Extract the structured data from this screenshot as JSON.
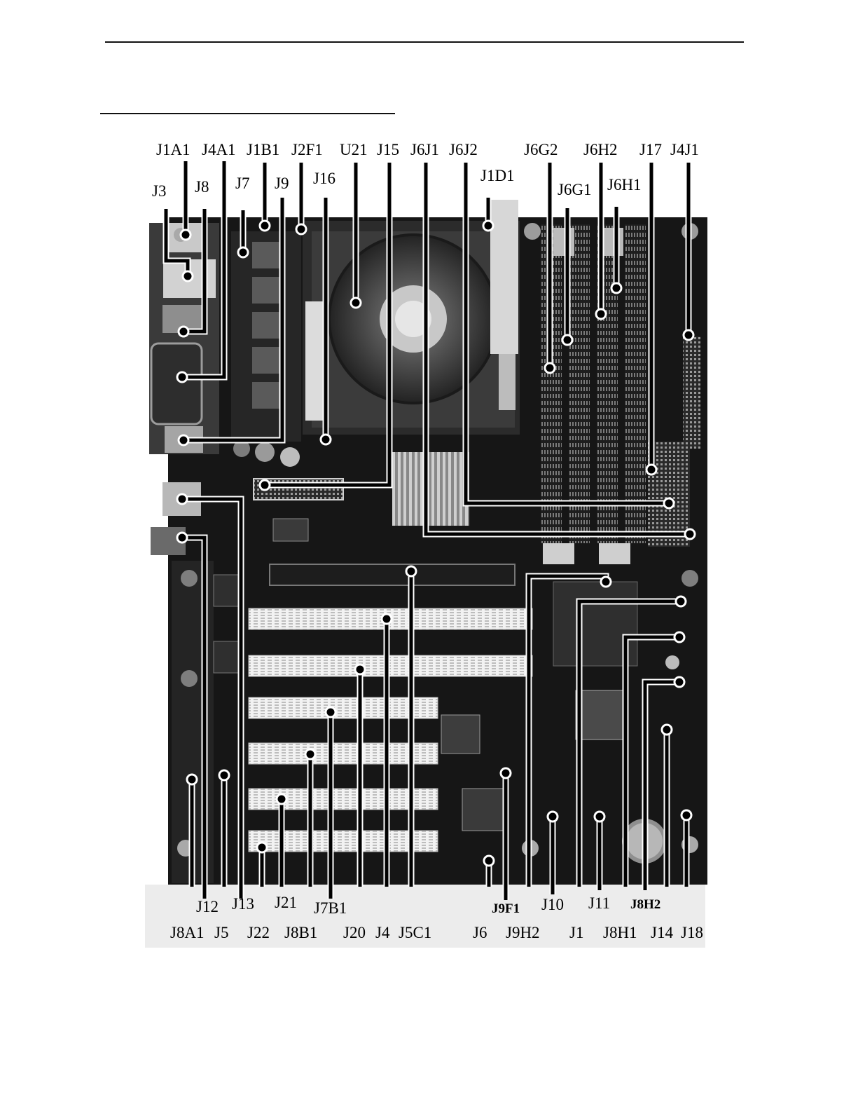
{
  "labels_top": [
    "J1A1",
    "J4A1",
    "J1B1",
    "J2F1",
    "U21",
    "J15",
    "J6J1",
    "J6J2",
    "J6G2",
    "J6H2",
    "J17",
    "J4J1"
  ],
  "labels_second": [
    "J3",
    "J8",
    "J7",
    "J9",
    "J16",
    "J1D1",
    "J6G1",
    "J6H1"
  ],
  "labels_bottom_inner": [
    "J12",
    "J13",
    "J21",
    "J7B1",
    "J9F1",
    "J10",
    "J11",
    "J8H2"
  ],
  "labels_bottom_outer": [
    "J8A1",
    "J5",
    "J22",
    "J8B1",
    "J20",
    "J4",
    "J5C1",
    "J6",
    "J9H2",
    "J1",
    "J8H1",
    "J14",
    "J18"
  ]
}
